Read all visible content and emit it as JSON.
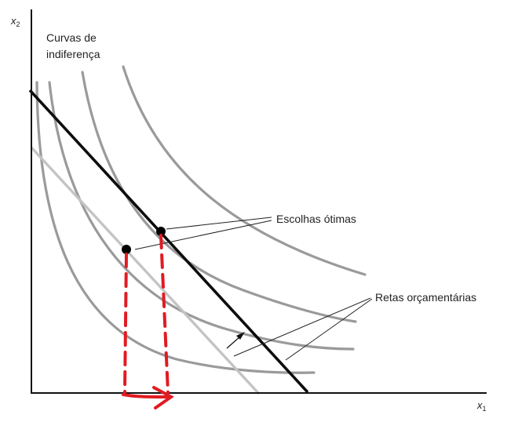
{
  "diagram": {
    "axis_y_label": "x",
    "axis_y_sub": "2",
    "axis_x_label": "x",
    "axis_x_sub": "1",
    "label_curves_line1": "Curvas de",
    "label_curves_line2": "indiferença",
    "label_optimal": "Escolhas ótimas",
    "label_budget": "Retas orçamentárias"
  },
  "colors": {
    "axis": "#111111",
    "indifference_curve": "#9a9a9a",
    "budget_old": "#c4c4c4",
    "budget_new": "#0d0d0d",
    "point": "#000000",
    "annotation_red": "#e11b22"
  }
}
